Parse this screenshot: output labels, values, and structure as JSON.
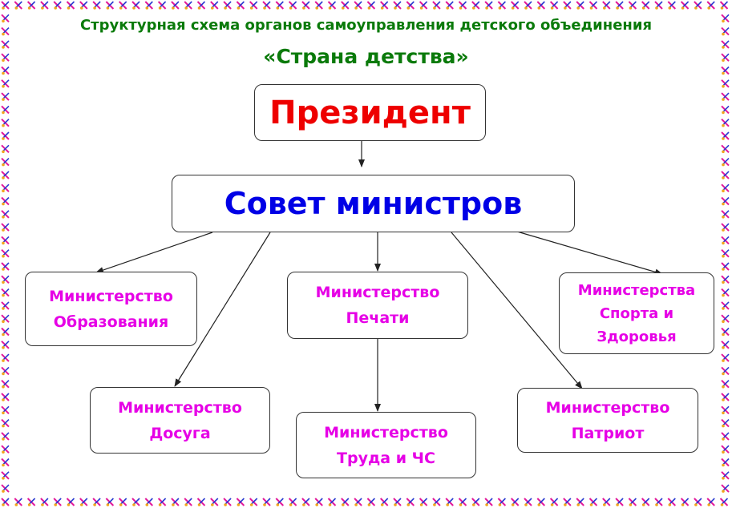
{
  "title": {
    "line1": "Структурная схема органов самоуправления детского объединения",
    "line2": "«Страна детства»"
  },
  "nodes": {
    "president": "Президент",
    "council": "Совет министров",
    "education": "Министерство Образования",
    "press": "Министерство Печати",
    "sport": "Министерства Спорта и Здоровья",
    "leisure": "Министерство Досуга",
    "labor": "Министерство Труда и ЧС",
    "patriot": "Министерство Патриот"
  },
  "colors": {
    "title": "#0a7a0a",
    "president": "#ee0000",
    "council": "#0000e6",
    "ministry": "#e600e6",
    "border_icon_1": "#e2179a",
    "border_icon_2": "#2a3bd1",
    "border_icon_3": "#f1a51c"
  },
  "decorations": {
    "border_icon": "paper-clip-pin-icon"
  }
}
